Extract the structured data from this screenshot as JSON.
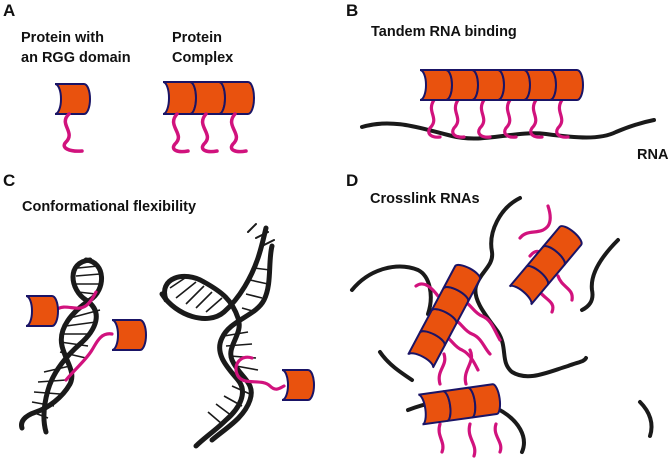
{
  "colors": {
    "domain_fill": "#e9520e",
    "domain_stroke": "#1a1466",
    "tail": "#d1127d",
    "rna": "#1a1a1a"
  },
  "panels": {
    "a": {
      "letter": "A",
      "label_single_line1": "Protein with",
      "label_single_line2": "an RGG domain",
      "label_complex_line1": "Protein",
      "label_complex_line2": "Complex"
    },
    "b": {
      "letter": "B",
      "title": "Tandem RNA binding",
      "rna_label": "RNA"
    },
    "c": {
      "letter": "C",
      "title": "Conformational flexibility"
    },
    "d": {
      "letter": "D",
      "title": "Crosslink RNAs"
    }
  }
}
